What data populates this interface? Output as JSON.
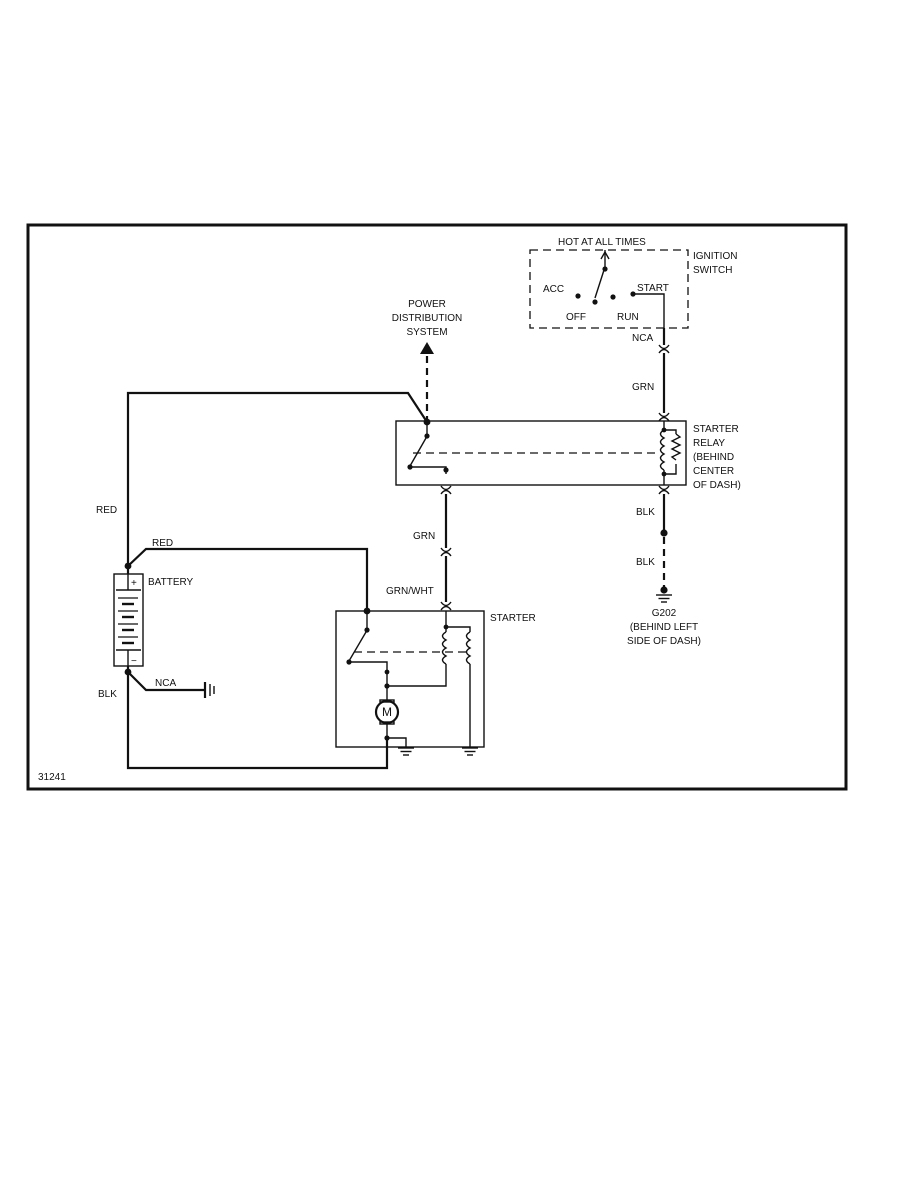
{
  "diagram_id": "31241",
  "ignition_switch": {
    "label_line1": "IGNITION",
    "label_line2": "SWITCH",
    "hot_at_all_times": "HOT AT ALL TIMES",
    "acc": "ACC",
    "off": "OFF",
    "run": "RUN",
    "start": "START",
    "nca": "NCA"
  },
  "power_distribution": {
    "line1": "POWER",
    "line2": "DISTRIBUTION",
    "line3": "SYSTEM"
  },
  "starter_relay": {
    "line1": "STARTER",
    "line2": "RELAY",
    "line3": "(BEHIND",
    "line4": "CENTER",
    "line5": "OF DASH)"
  },
  "battery": {
    "label": "BATTERY",
    "plus": "+",
    "minus": "−"
  },
  "starter": {
    "label": "STARTER",
    "motor": "M"
  },
  "ground_g202": {
    "line1": "G202",
    "line2": "(BEHIND LEFT",
    "line3": "SIDE OF DASH)"
  },
  "wires": {
    "red_top": "RED",
    "red_mid": "RED",
    "blk_battery": "BLK",
    "nca_battery": "NCA",
    "grn_relay_out": "GRN",
    "grn_wht": "GRN/WHT",
    "grn_switch": "GRN",
    "blk_1": "BLK",
    "blk_2": "BLK"
  }
}
